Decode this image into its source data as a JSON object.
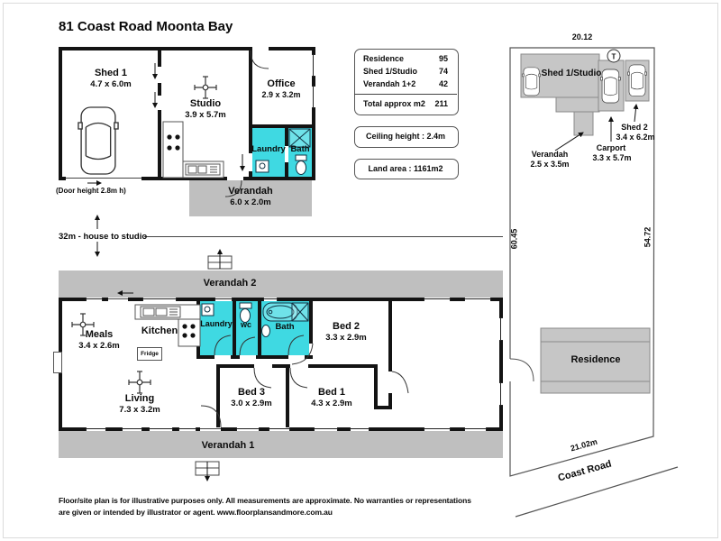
{
  "page": {
    "title": "81 Coast Road Moonta Bay"
  },
  "summary": {
    "rows": [
      {
        "label": "Residence",
        "value": "95"
      },
      {
        "label": "Shed 1/Studio",
        "value": "74"
      },
      {
        "label": "Verandah 1+2",
        "value": "42"
      }
    ],
    "total_label": "Total approx m2",
    "total_value": "211",
    "ceiling": "Ceiling height : 2.4m",
    "land": "Land area : 1161m2"
  },
  "studio_plan": {
    "shed1_name": "Shed 1",
    "shed1_dims": "4.7 x 6.0m",
    "studio_name": "Studio",
    "studio_dims": "3.9 x 5.7m",
    "office_name": "Office",
    "office_dims": "2.9 x 3.2m",
    "laundry": "Laundry",
    "bath": "Bath",
    "verandah_name": "Verandah",
    "verandah_dims": "6.0 x 2.0m",
    "door_note": "(Door height 2.8m h)"
  },
  "between": {
    "distance_note": "32m - house to studio"
  },
  "house_plan": {
    "verandah2": "Verandah 2",
    "verandah1": "Verandah 1",
    "meals_name": "Meals",
    "meals_dims": "3.4 x 2.6m",
    "kitchen": "Kitchen",
    "fridge": "Fridge",
    "laundry": "Laundry",
    "wc": "wc",
    "bath": "Bath",
    "bed2_name": "Bed 2",
    "bed2_dims": "3.3 x 2.9m",
    "living_name": "Living",
    "living_dims": "7.3 x 3.2m",
    "bed3_name": "Bed 3",
    "bed3_dims": "3.0 x 2.9m",
    "bed1_name": "Bed 1",
    "bed1_dims": "4.3 x 2.9m"
  },
  "site_plan": {
    "dim_top": "20.12",
    "dim_left": "60.45",
    "dim_right": "54.72",
    "frontage": "21.02m",
    "road": "Coast Road",
    "tank_label": "T",
    "shed1studio": "Shed 1/Studio",
    "shed2_name": "Shed 2",
    "shed2_dims": "3.4 x 6.2m",
    "carport_name": "Carport",
    "carport_dims": "3.3 x 5.7m",
    "verandah_name": "Verandah",
    "verandah_dims": "2.5 x 3.5m",
    "residence": "Residence"
  },
  "footer": {
    "line1": "Floor/site plan is for illustrative purposes only. All measurements are approximate. No warranties or representations",
    "line2": "are given or intended by illustrator or agent. www.floorplansandmore.com.au"
  },
  "colors": {
    "wet_area": "#3fd9e2",
    "verandah_gray": "#bfbfbf",
    "site_building": "#c6c6c6",
    "wall": "#131313"
  }
}
